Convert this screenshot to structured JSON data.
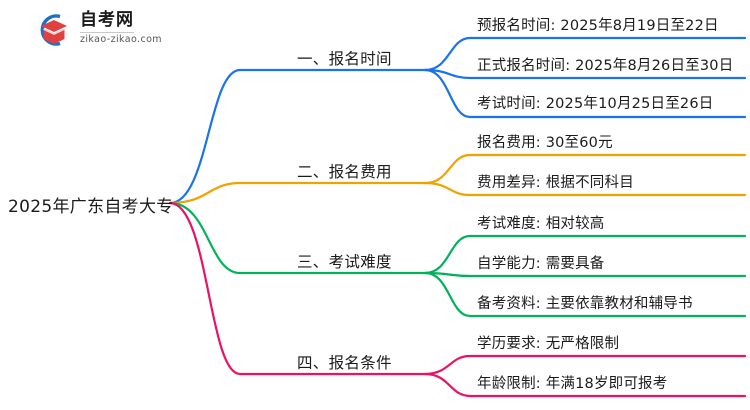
{
  "logo": {
    "name_cn": "自考网",
    "url": "zikao-zikao.com",
    "mark_arc_color": "#1a72c8",
    "mark_cap_color": "#e0403f"
  },
  "mindmap": {
    "root": {
      "label": "2025年广东自考大专"
    },
    "branches": [
      {
        "label": "一、报名时间",
        "color": "#1a73e8",
        "leaves": [
          {
            "label": "预报名时间: 2025年8月19日至22日"
          },
          {
            "label": "正式报名时间: 2025年8月26日至30日"
          },
          {
            "label": "考试时间: 2025年10月25日至26日"
          }
        ]
      },
      {
        "label": "二、报名费用",
        "color": "#f0a200",
        "leaves": [
          {
            "label": "报名费用: 30至60元"
          },
          {
            "label": "费用差异: 根据不同科目"
          }
        ]
      },
      {
        "label": "三、考试难度",
        "color": "#00b35a",
        "leaves": [
          {
            "label": "考试难度: 相对较高"
          },
          {
            "label": "自学能力: 需要具备"
          },
          {
            "label": "备考资料: 主要依靠教材和辅导书"
          }
        ]
      },
      {
        "label": "四、报名条件",
        "color": "#ec1162",
        "leaves": [
          {
            "label": "学历要求: 无严格限制"
          },
          {
            "label": "年龄限制: 年满18岁即可报考"
          }
        ]
      }
    ]
  }
}
